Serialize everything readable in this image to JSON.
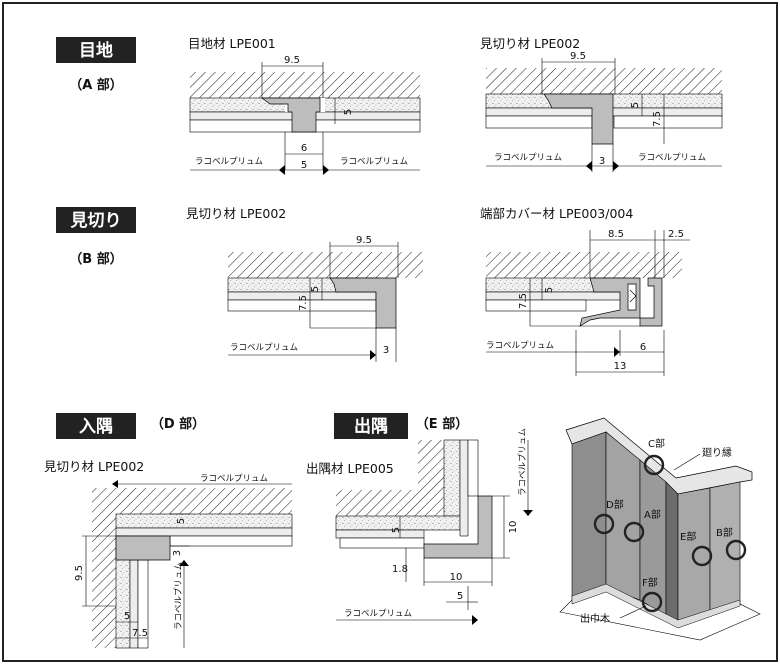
{
  "sections": {
    "a": {
      "tag": "目地",
      "sub": "（A 部）"
    },
    "b": {
      "tag": "見切り",
      "sub": "（B 部）"
    },
    "d": {
      "tag": "入隅",
      "sub": "（D 部）"
    },
    "e": {
      "tag": "出隅",
      "sub": "（E 部）"
    }
  },
  "titles": {
    "a1": "目地材 LPE001",
    "a2": "見切り材 LPE002",
    "b1": "見切り材 LPE002",
    "b2": "端部カバー材 LPE003/004",
    "d1": "見切り材 LPE002",
    "e1": "出隅材 LPE005"
  },
  "material": "ラコベルプリュム",
  "dims": {
    "a1_top": "9.5",
    "a1_h": "5",
    "a1_w6": "6",
    "a1_w5": "5",
    "a2_top": "9.5",
    "a2_h5": "5",
    "a2_h75": "7.5",
    "a2_w3": "3",
    "b1_top": "9.5",
    "b1_h5": "5",
    "b1_h75": "7.5",
    "b1_w3": "3",
    "b2_85": "8.5",
    "b2_25": "2.5",
    "b2_h75": "7.5",
    "b2_h5": "5",
    "b2_6": "6",
    "b2_13": "13",
    "d_5": "5",
    "d_3": "3",
    "d_95": "9.5",
    "d_5b": "5",
    "d_75": "7.5",
    "e_5": "5",
    "e_10v": "10",
    "e_18": "1.8",
    "e_10h": "10",
    "e_5h": "5"
  },
  "room": {
    "c": "C部",
    "edge": "廻り縁",
    "d": "D部",
    "a": "A部",
    "e": "E部",
    "b": "B部",
    "f": "F部",
    "corner": "出巾木"
  }
}
